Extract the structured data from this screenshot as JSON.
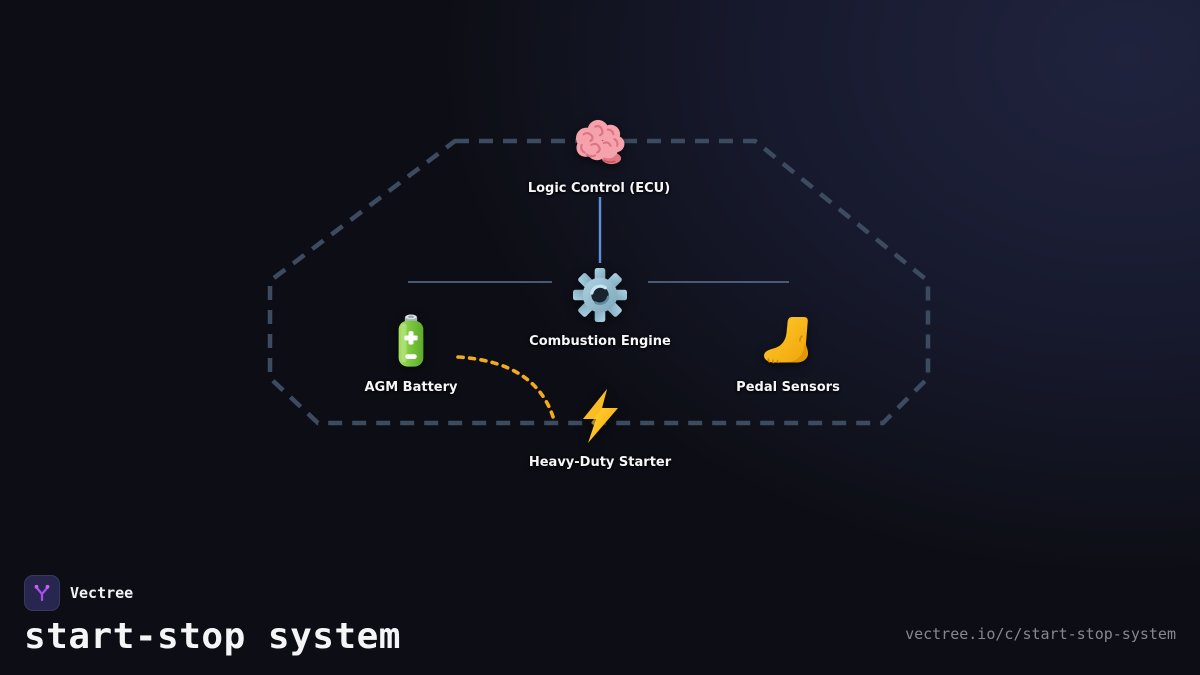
{
  "brand": {
    "name": "Vectree"
  },
  "page": {
    "title": "start-stop system",
    "share_url": "vectree.io/c/start-stop-system"
  },
  "diagram": {
    "outline": "car-silhouette-dashed",
    "nodes": [
      {
        "id": "ecu",
        "label": "Logic Control (ECU)",
        "icon": "brain-icon"
      },
      {
        "id": "engine",
        "label": "Combustion Engine",
        "icon": "gear-icon"
      },
      {
        "id": "battery",
        "label": "AGM Battery",
        "icon": "battery-icon"
      },
      {
        "id": "pedal-sensors",
        "label": "Pedal Sensors",
        "icon": "foot-icon"
      },
      {
        "id": "starter",
        "label": "Heavy-Duty Starter",
        "icon": "bolt-icon"
      }
    ],
    "edges": [
      {
        "from": "ecu",
        "to": "engine",
        "style": "solid",
        "color": "#5c90dd"
      },
      {
        "from": "battery",
        "to": "engine",
        "style": "solid",
        "color": "#5a7394"
      },
      {
        "from": "engine",
        "to": "pedal-sensors",
        "style": "solid",
        "color": "#5a7394"
      },
      {
        "from": "battery",
        "to": "starter",
        "style": "dashed",
        "color": "#f2ab1d"
      }
    ]
  },
  "colors": {
    "background": "#0d0e15",
    "background_glow": "#20233d",
    "outline_dash": "#3d4b61",
    "edge_slate": "#5a7394",
    "edge_blue": "#5c90dd",
    "edge_amber": "#f2ab1d",
    "label_text": "#f6f6f8",
    "url_text": "#83878f",
    "logo_bg": "#26264e",
    "logo_glyph": "#a94df0"
  }
}
